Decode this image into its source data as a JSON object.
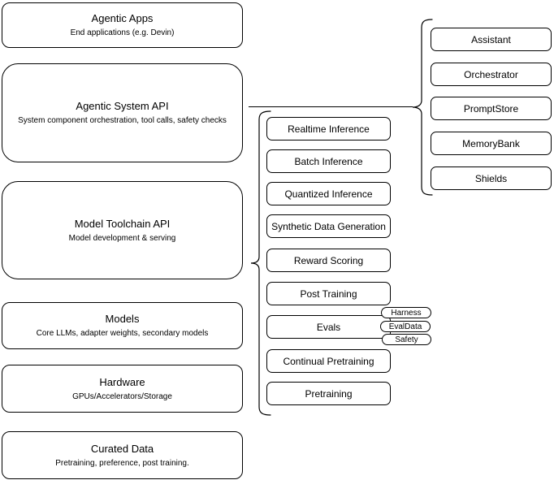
{
  "colors": {
    "background": "#ffffff",
    "node_fill": "#ffffff",
    "stroke": "#000000",
    "text": "#000000"
  },
  "left_stack": {
    "items": [
      {
        "title": "Agentic Apps",
        "subtitle": "End applications (e.g. Devin)"
      },
      {
        "title": "Agentic System API",
        "subtitle": "System component orchestration, tool calls, safety checks"
      },
      {
        "title": "Model Toolchain API",
        "subtitle": "Model development & serving"
      },
      {
        "title": "Models",
        "subtitle": "Core LLMs, adapter weights, secondary models"
      },
      {
        "title": "Hardware",
        "subtitle": "GPUs/Accelerators/Storage"
      },
      {
        "title": "Curated Data",
        "subtitle": "Pretraining, preference, post training."
      }
    ]
  },
  "toolchain_stack": {
    "items": [
      "Realtime Inference",
      "Batch Inference",
      "Quantized Inference",
      "Synthetic Data Generation",
      "Reward Scoring",
      "Post Training",
      "Evals",
      "Continual Pretraining",
      "Pretraining"
    ]
  },
  "evals_tags": {
    "items": [
      "Harness",
      "EvalData",
      "Safety"
    ]
  },
  "system_stack": {
    "items": [
      "Assistant",
      "Orchestrator",
      "PromptStore",
      "MemoryBank",
      "Shields"
    ]
  }
}
